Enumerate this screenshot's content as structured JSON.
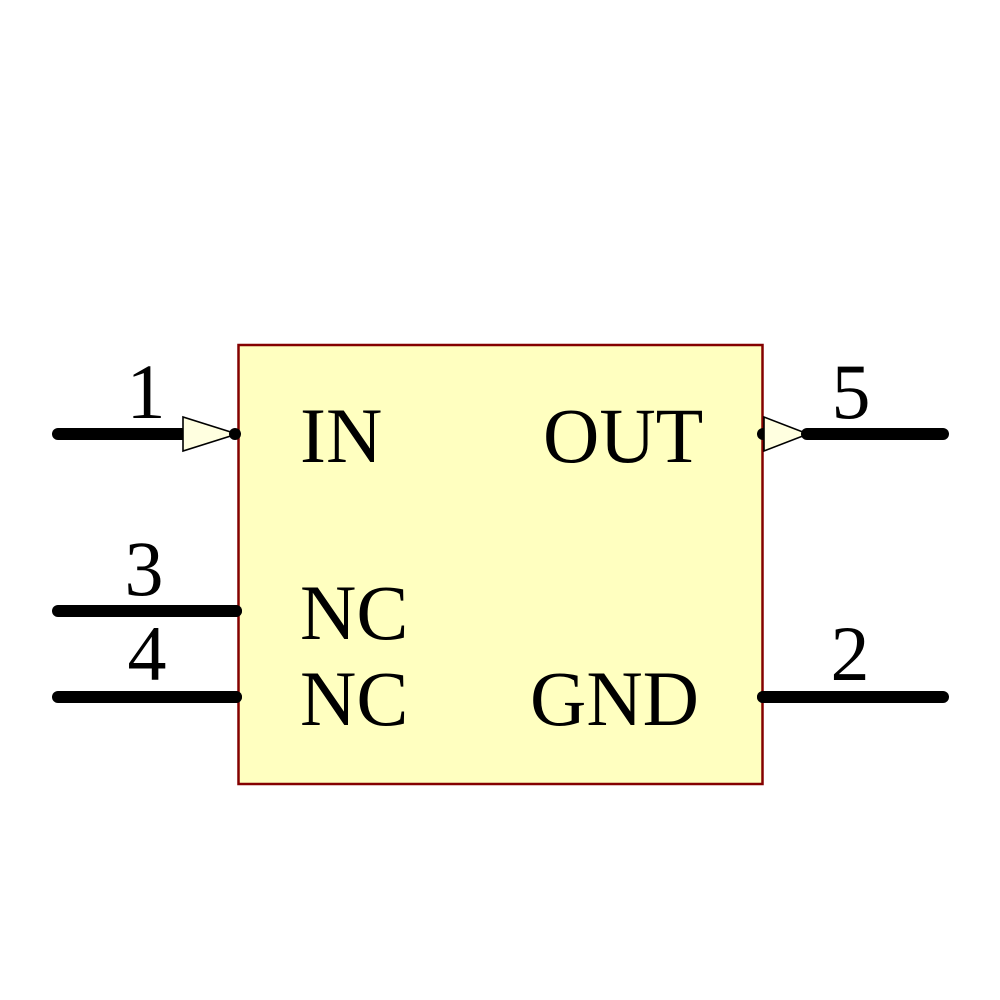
{
  "symbol": {
    "kind": "schematic-component-symbol",
    "colors": {
      "background": "#FFFFFF",
      "body_fill": "#FFFFC0",
      "body_border": "#840000",
      "pin_line": "#000000",
      "arrow_fill": "#FFFFE0",
      "text": "#000000"
    },
    "pins": [
      {
        "number": "1",
        "label": "IN",
        "side": "left",
        "direction": "input"
      },
      {
        "number": "2",
        "label": "GND",
        "side": "right",
        "direction": "passive"
      },
      {
        "number": "3",
        "label": "NC",
        "side": "left",
        "direction": "passive"
      },
      {
        "number": "4",
        "label": "NC",
        "side": "left",
        "direction": "passive"
      },
      {
        "number": "5",
        "label": "OUT",
        "side": "right",
        "direction": "output"
      }
    ]
  }
}
